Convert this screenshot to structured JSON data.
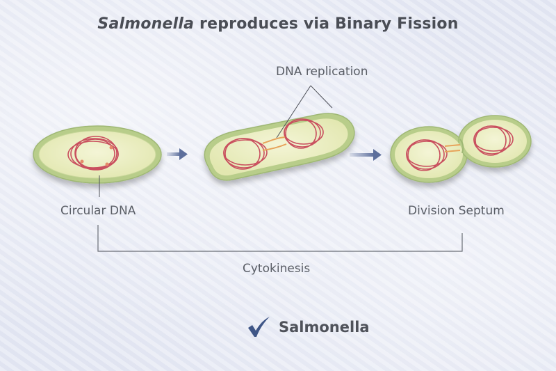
{
  "title": {
    "italic_part": "Salmonella",
    "rest": " reproduces via Binary Fission"
  },
  "labels": {
    "dna_replication": "DNA replication",
    "circular_dna": "Circular DNA",
    "division_septum": "Division Septum",
    "cytokinesis": "Cytokinesis"
  },
  "stages": [
    {
      "name": "single-cell",
      "description": "Cell with circular DNA"
    },
    {
      "name": "elongated-cell",
      "description": "Elongated cell with replicated DNA"
    },
    {
      "name": "dividing-cell",
      "description": "Two cells joined at division septum"
    }
  ],
  "footer": {
    "icon": "checkmark-icon",
    "label": "Salmonella"
  },
  "colors": {
    "cell_membrane": "#a9c27a",
    "cytoplasm": "#eef0c4",
    "dna": "#c9505e",
    "arrow": "#5d6f9c",
    "checkmark": "#3f5687",
    "text": "#555a63"
  }
}
